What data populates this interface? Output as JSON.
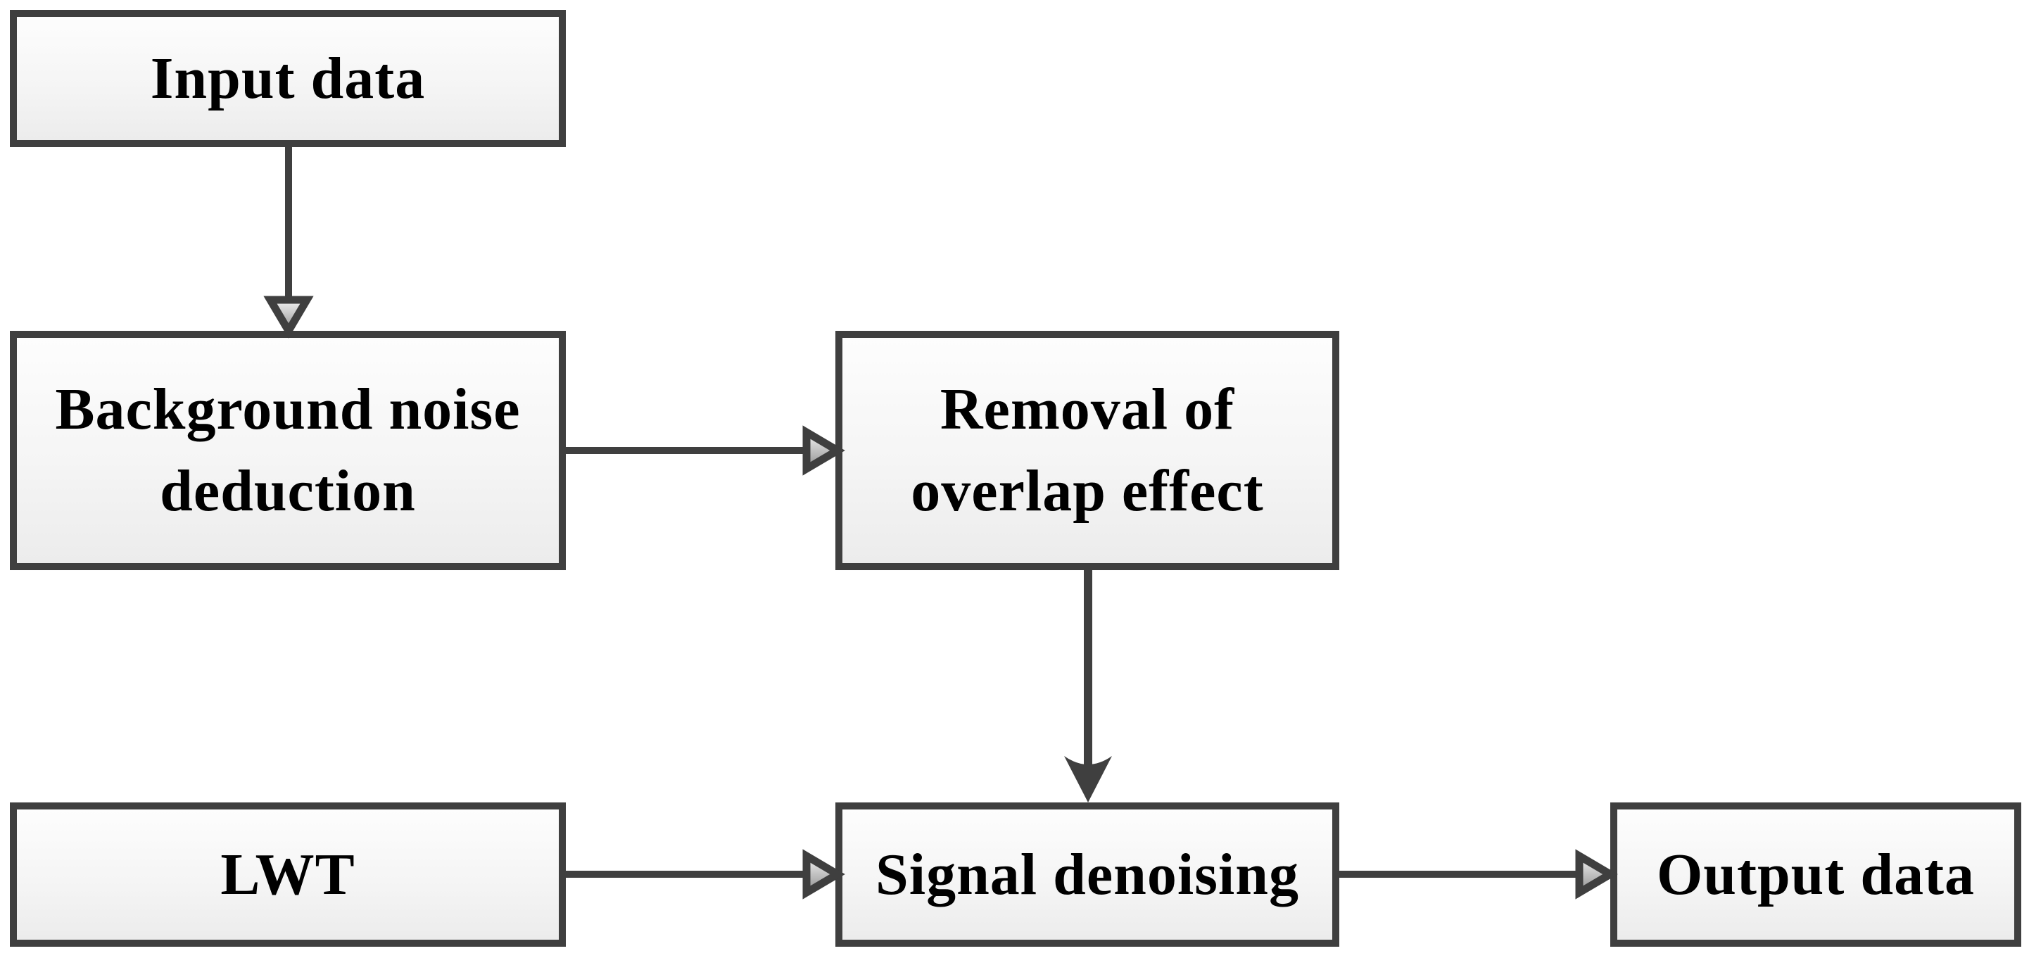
{
  "diagram": {
    "type": "flowchart",
    "nodes": [
      {
        "id": "input-data",
        "label": "Input data"
      },
      {
        "id": "background-noise-deduction",
        "label": "Background noise\ndeduction"
      },
      {
        "id": "removal-of-overlap-effect",
        "label": "Removal of\noverlap effect"
      },
      {
        "id": "lwt",
        "label": "LWT"
      },
      {
        "id": "signal-denoising",
        "label": "Signal denoising"
      },
      {
        "id": "output-data",
        "label": "Output data"
      }
    ],
    "edges": [
      {
        "from": "Input data",
        "to": "Background noise deduction",
        "direction": "down",
        "arrowhead": "outlined-triangle"
      },
      {
        "from": "Background noise deduction",
        "to": "Removal of overlap effect",
        "direction": "right",
        "arrowhead": "outlined-triangle"
      },
      {
        "from": "Removal of overlap effect",
        "to": "Signal denoising",
        "direction": "down",
        "arrowhead": "solid-concave"
      },
      {
        "from": "LWT",
        "to": "Signal denoising",
        "direction": "right",
        "arrowhead": "outlined-triangle"
      },
      {
        "from": "Signal denoising",
        "to": "Output data",
        "direction": "right",
        "arrowhead": "outlined-triangle"
      }
    ],
    "colors": {
      "box_border": "#3f3f3f",
      "box_fill_top": "#fdfdfd",
      "box_fill_bottom": "#ececec",
      "arrow_line": "#3f3f3f",
      "arrowhead_fill_light": "#f4f4f4",
      "arrowhead_fill_dark": "#8f8f8f",
      "text": "#000000",
      "background": "#ffffff"
    }
  }
}
